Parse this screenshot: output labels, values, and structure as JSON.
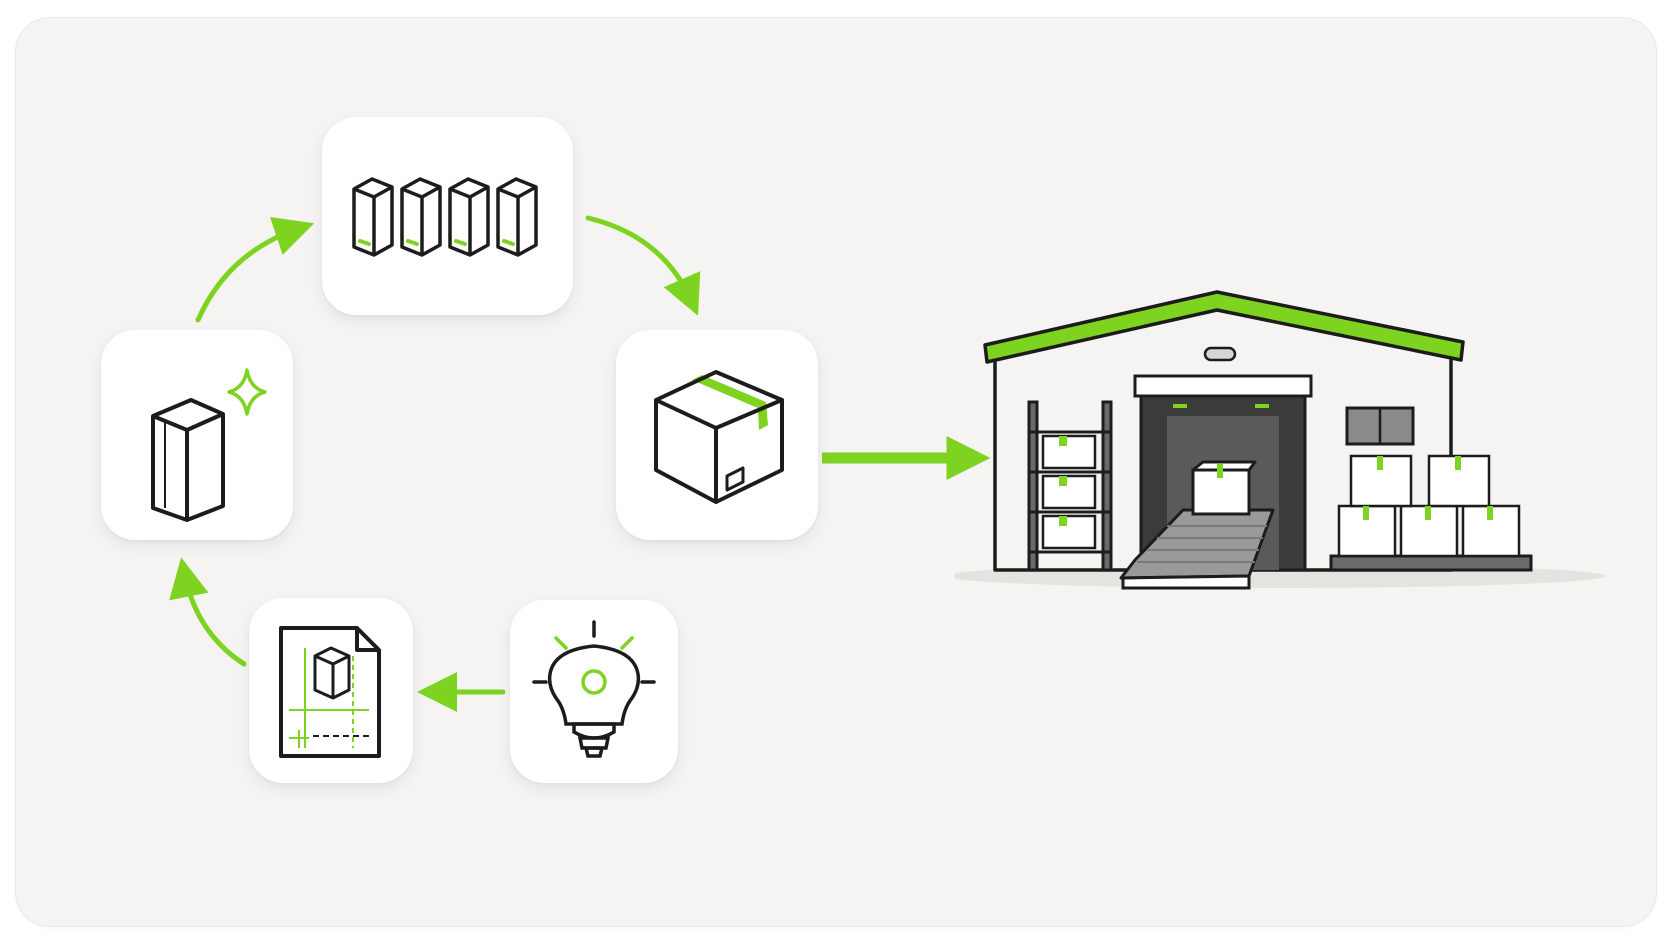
{
  "diagram": {
    "accent_color": "#7ed321",
    "stroke_color": "#1c1c1c",
    "background_color": "#f5f4f2",
    "nodes": [
      {
        "id": "prototype",
        "icon": "single-product-box-sparkle-icon"
      },
      {
        "id": "batch",
        "icon": "product-batch-icon"
      },
      {
        "id": "package",
        "icon": "shipping-box-icon"
      },
      {
        "id": "idea",
        "icon": "lightbulb-icon"
      },
      {
        "id": "design",
        "icon": "design-blueprint-document-icon"
      },
      {
        "id": "warehouse",
        "icon": "warehouse-icon"
      }
    ],
    "edges": [
      {
        "from": "prototype",
        "to": "batch"
      },
      {
        "from": "batch",
        "to": "package"
      },
      {
        "from": "package",
        "to": "warehouse"
      },
      {
        "from": "idea",
        "to": "design"
      },
      {
        "from": "design",
        "to": "prototype"
      }
    ]
  }
}
